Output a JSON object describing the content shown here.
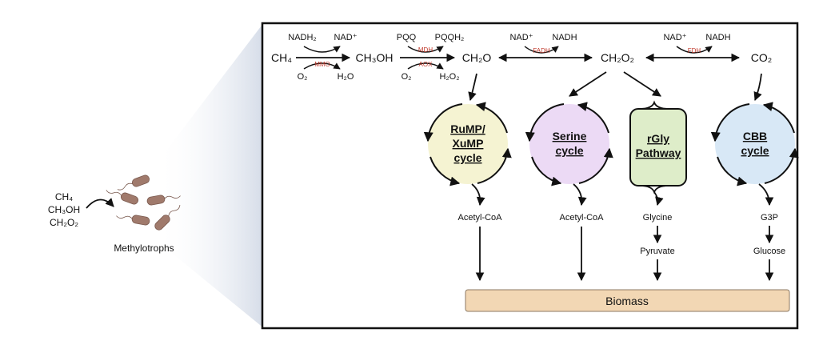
{
  "left": {
    "substrates": [
      "CH₄",
      "CH₃OH",
      "CH₂O₂"
    ],
    "organism_label": "Methylotrophs"
  },
  "top_pathway": {
    "ch4": "CH₄",
    "ch3oh": "CH₃OH",
    "ch2o": "CH₂O",
    "ch2o2": "CH₂O₂",
    "co2": "CO₂",
    "nadh2": "NADH₂",
    "nad_plus_1": "NAD⁺",
    "o2_1": "O₂",
    "h2o": "H₂O",
    "mmo": "MMO",
    "pqq": "PQQ",
    "pqqh2": "PQQH₂",
    "o2_2": "O₂",
    "h2o2": "H₂O₂",
    "mdh": "MDH",
    "aox": "AOX",
    "nad_plus_2": "NAD⁺",
    "nadh_1": "NADH",
    "fadh": "FADH",
    "nad_plus_3": "NAD⁺",
    "nadh_2": "NADH",
    "fdh": "FDH"
  },
  "cycles": [
    {
      "lines": [
        "RuMP/",
        "XuMP",
        "cycle"
      ],
      "fill": "#f5f3d2",
      "product": "Acetyl-CoA"
    },
    {
      "lines": [
        "Serine",
        "cycle"
      ],
      "fill": "#ecdaf5",
      "product": "Acetyl-CoA"
    },
    {
      "lines": [
        "rGly",
        "Pathway"
      ],
      "fill": "#deedc9",
      "product": "Glycine",
      "product2": "Pyruvate"
    },
    {
      "lines": [
        "CBB",
        "cycle"
      ],
      "fill": "#d8e8f6",
      "product": "G3P",
      "product2": "Glucose"
    }
  ],
  "biomass": {
    "label": "Biomass",
    "fill": "#f2d7b4"
  },
  "colors": {
    "enzyme_red": "#c0392b",
    "bacteria": "#a07a6c",
    "funnel": "#dde3ec"
  }
}
